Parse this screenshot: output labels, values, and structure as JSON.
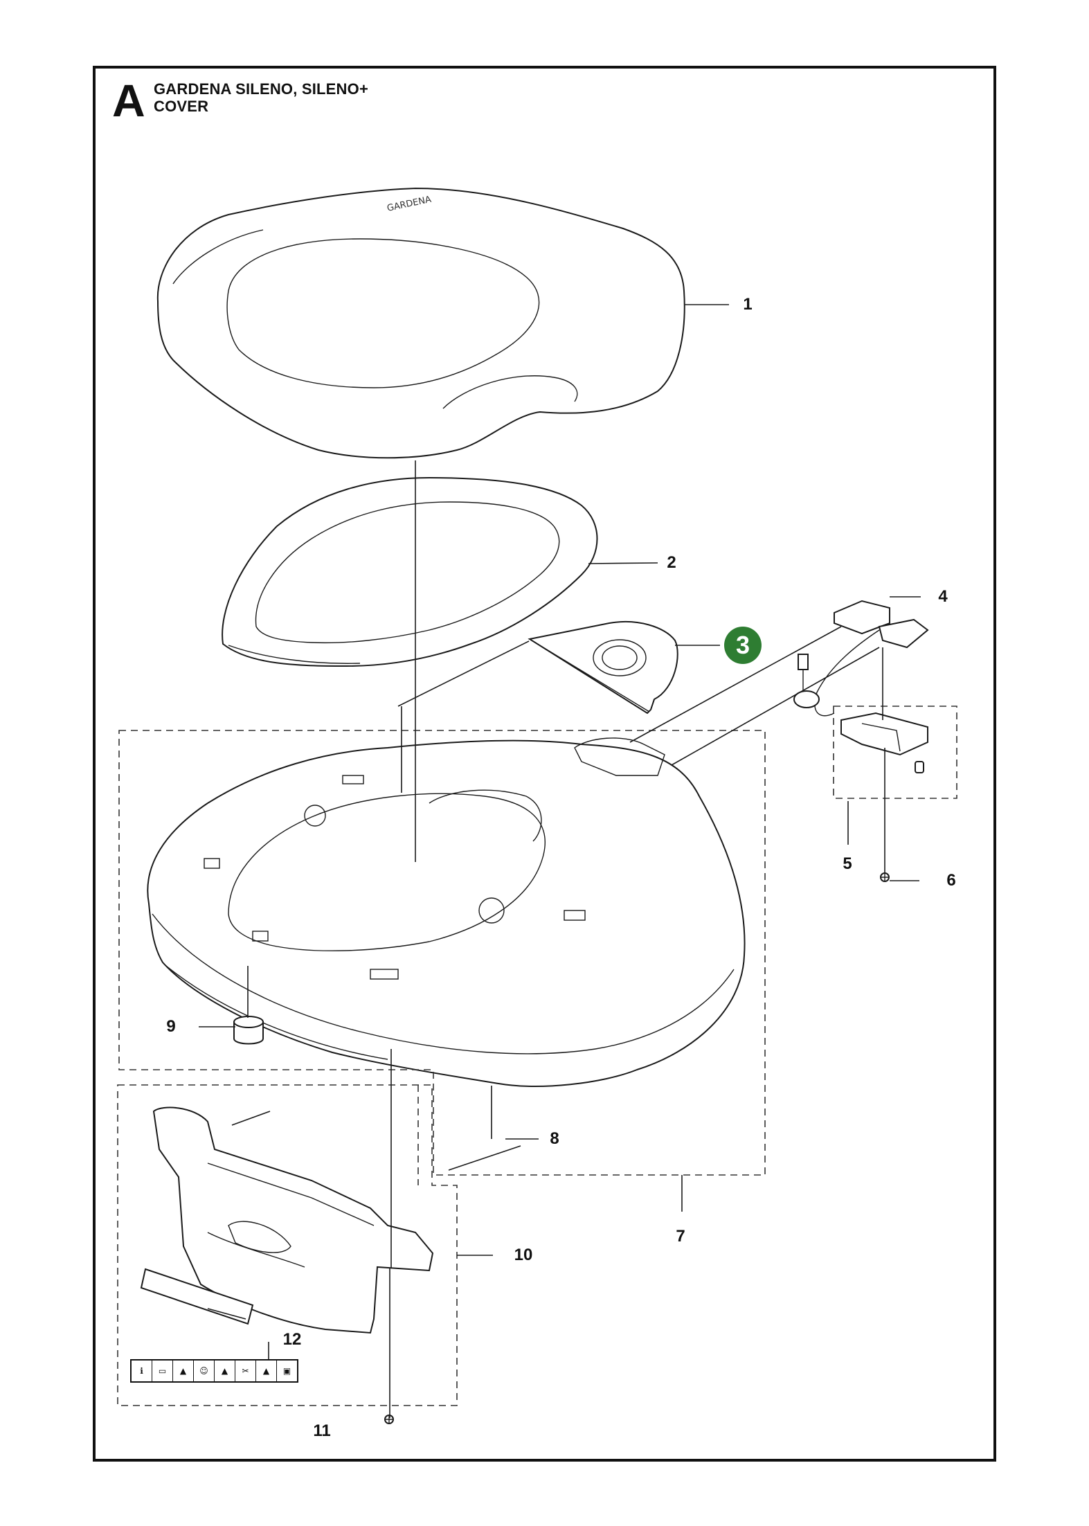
{
  "header": {
    "section": "A",
    "title_line1": "GARDENA SILENO, SILENO+",
    "title_line2": "COVER"
  },
  "callouts": [
    "1",
    "2",
    "3",
    "4",
    "5",
    "6",
    "7",
    "8",
    "9",
    "10",
    "11",
    "12"
  ],
  "highlight_color": "#2e7d32",
  "highlighted_callout": "3",
  "warning_label_icons": [
    "info-icon",
    "book-icon",
    "warning-triangle-icon",
    "person-icon",
    "warning-triangle-icon",
    "blade-icon",
    "warning-triangle-icon",
    "lock-icon"
  ]
}
